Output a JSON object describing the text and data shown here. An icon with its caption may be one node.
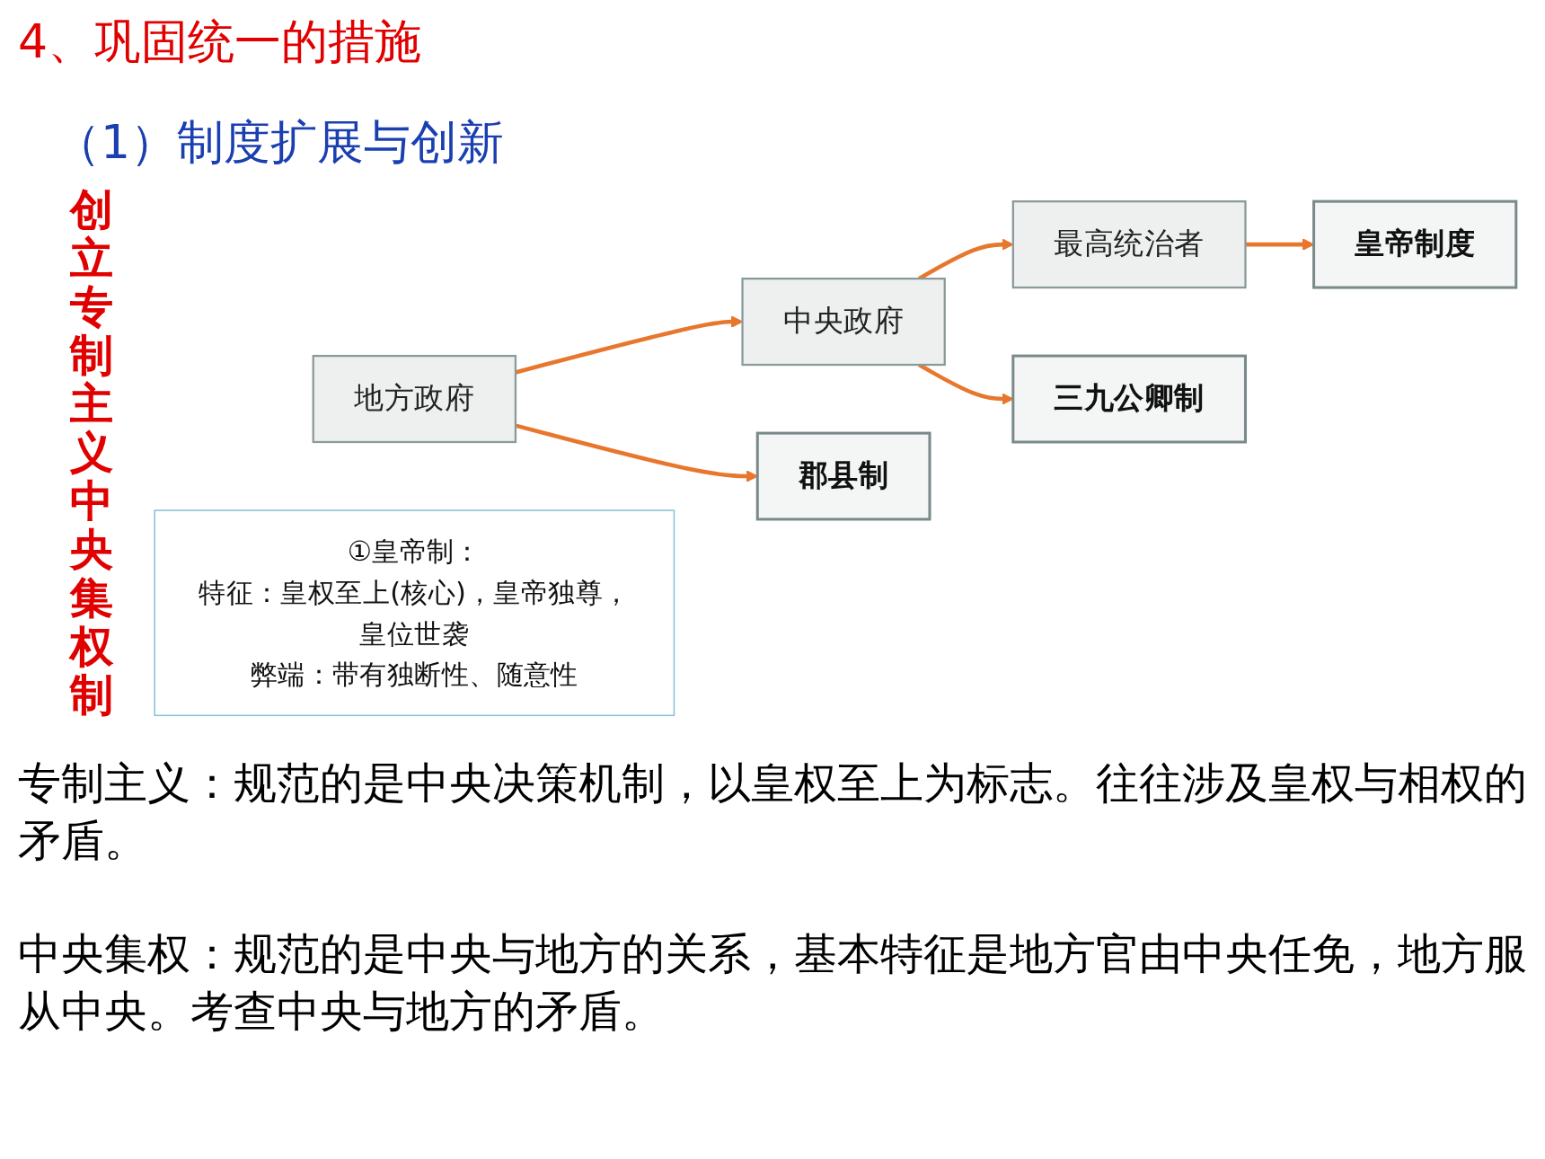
{
  "diagram": {
    "title": "4、巩固统一的措施",
    "nodes": [
      {
        "text": [
          "最高统治者"
        ]
      },
      {
        "text": [
          "皇帝制度"
        ]
      },
      {
        "text": [
          "中央政府"
        ]
      },
      {
        "text": [
          "三九公卿制"
        ]
      },
      {
        "text": [
          "地方政府"
        ]
      },
      {
        "text": [
          "郡县制"
        ]
      },
      {
        "text": [
          "①皇帝制：",
          "特征：皇权至上(核心)，皇帝独尊，皇位世袭",
          "弊端：带有独断性、随意性"
        ]
      }
    ],
    "edges": [
      {
        "from": 0,
        "to": 1,
        "arrow": "to"
      },
      {
        "from": 2,
        "to": 0,
        "arrow": "to"
      },
      {
        "from": 2,
        "to": 3,
        "arrow": "to"
      },
      {
        "from": 4,
        "to": 2,
        "arrow": "to"
      },
      {
        "from": 4,
        "to": 5,
        "arrow": "to"
      }
    ],
    "labels": [
      "（1）制度扩展与创新",
      "创立专制主义中央集权制",
      "专制主义：规范的是中央决策机制，以皇权至上为标志。往往涉及皇权与相权的矛盾。",
      "中央集权：规范的是中央与地方的关系，基本特征是地方官由中央任免，地方服从中央。考查中央与地方的矛盾。"
    ]
  }
}
